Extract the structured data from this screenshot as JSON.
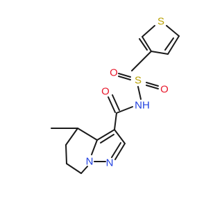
{
  "molecule": {
    "atoms": [
      {
        "id": "S_thio",
        "label": "S",
        "color": "#b8a000"
      },
      {
        "id": "S_sulf",
        "label": "S",
        "color": "#b8a000"
      },
      {
        "id": "O_s1",
        "label": "O",
        "color": "#e8192c"
      },
      {
        "id": "O_s2",
        "label": "O",
        "color": "#e8192c"
      },
      {
        "id": "O_c",
        "label": "O",
        "color": "#e8192c"
      },
      {
        "id": "NH",
        "label": "NH",
        "color": "#1f3fe0"
      },
      {
        "id": "N_ring",
        "label": "N",
        "color": "#1f3fe0"
      },
      {
        "id": "N_arom",
        "label": "N",
        "color": "#1f3fe0"
      }
    ],
    "bond_color": "#1a1a1a"
  }
}
